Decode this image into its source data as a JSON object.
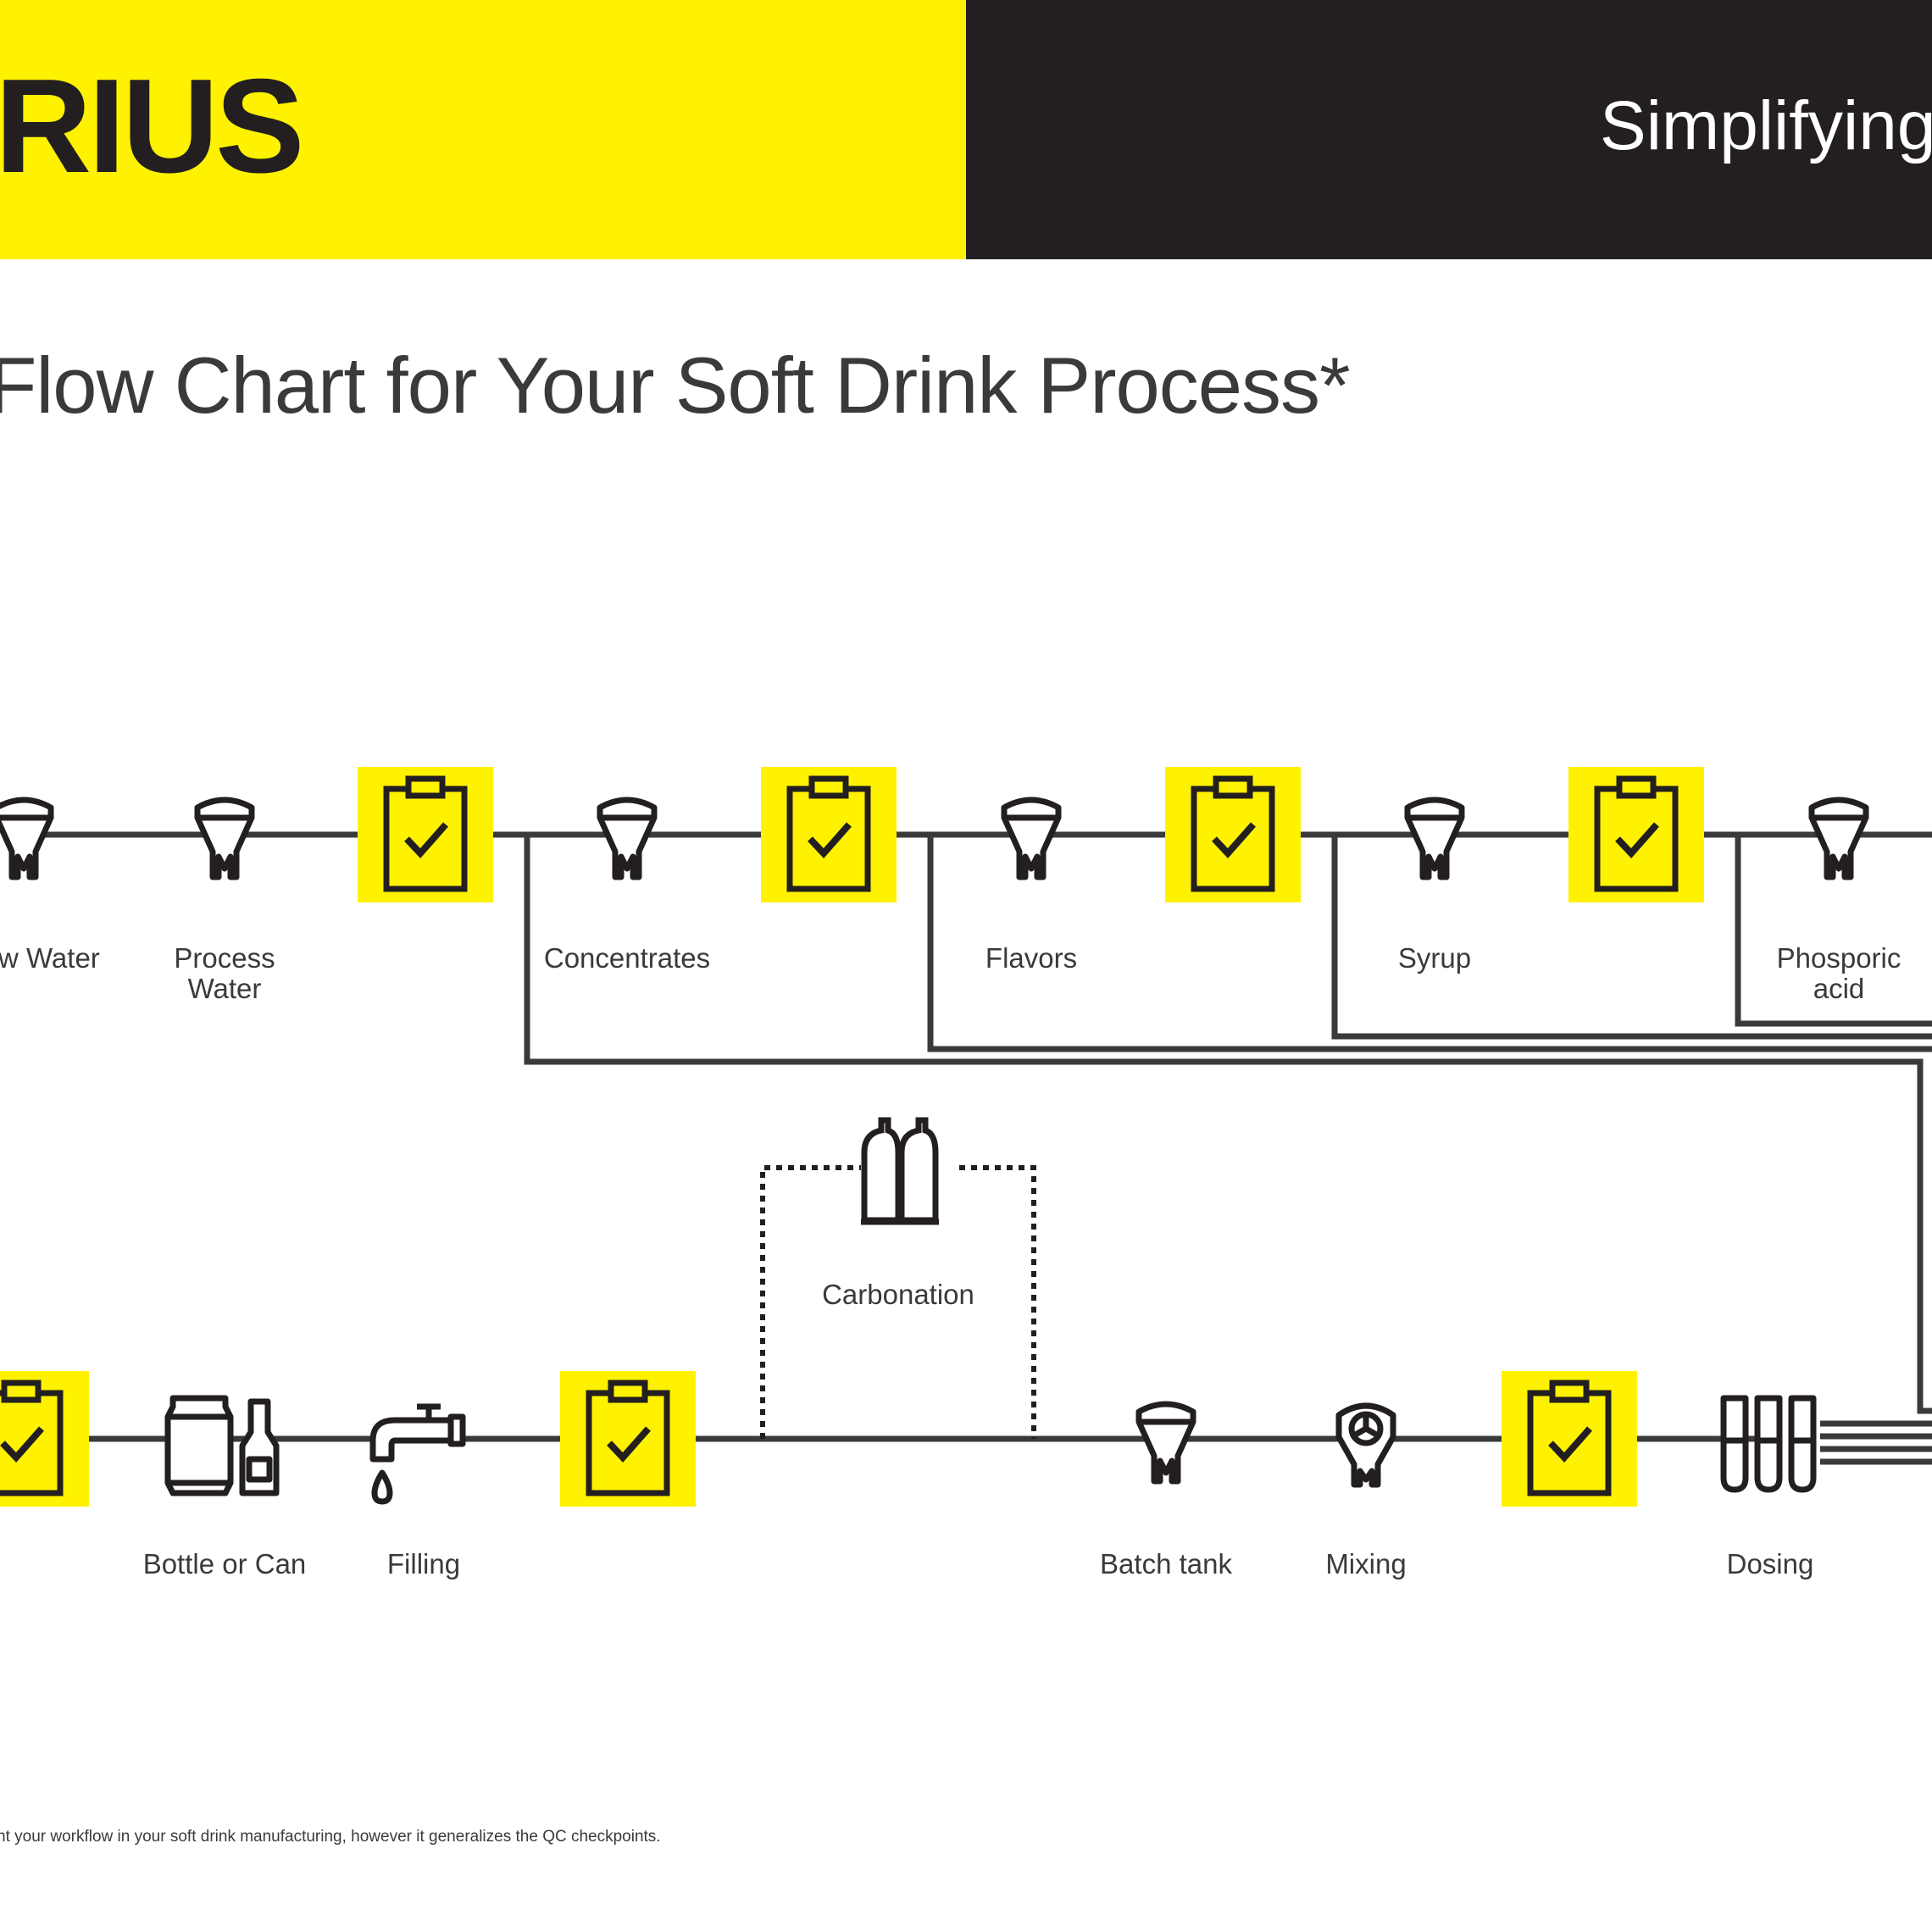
{
  "colors": {
    "yellow": "#FFF200",
    "dark": "#231F20",
    "line": "#3a3a3a",
    "white": "#ffffff"
  },
  "header": {
    "logo_text": "RIUS",
    "tagline": "Simplifying"
  },
  "title": "Flow Chart for Your Soft Drink Process*",
  "labels": {
    "raw_water": "w Water",
    "process_water_1": "Process",
    "process_water_2": "Water",
    "concentrates": "Concentrates",
    "flavors": "Flavors",
    "syrup": "Syrup",
    "phosporic_1": "Phosporic",
    "phosporic_2": "acid",
    "carbonation": "Carbonation",
    "bottle_or_can": "Bottle or Can",
    "filling": "Filling",
    "batch_tank": "Batch tank",
    "mixing": "Mixing",
    "dosing": "Dosing"
  },
  "icons": {
    "tank": "tank-icon",
    "qc_check": "clipboard-check-icon",
    "gas_cylinders": "gas-cylinder-icon",
    "bottle_can": "bottle-can-icon",
    "faucet": "faucet-icon",
    "mixer": "mixer-tank-icon",
    "dosing": "test-tubes-icon"
  },
  "footnote": "nt your workflow in your soft drink manufacturing, however it generalizes the QC checkpoints."
}
